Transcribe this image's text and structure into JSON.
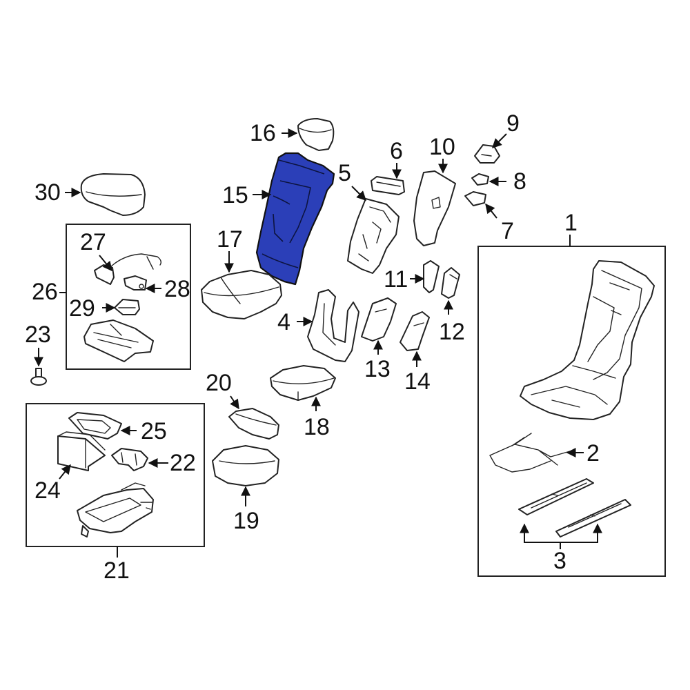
{
  "diagram": {
    "highlight_color": "#2b3fb8",
    "callouts": {
      "c1": "1",
      "c2": "2",
      "c3": "3",
      "c4": "4",
      "c5": "5",
      "c6": "6",
      "c7": "7",
      "c8": "8",
      "c9": "9",
      "c10": "10",
      "c11": "11",
      "c12": "12",
      "c13": "13",
      "c14": "14",
      "c15": "15",
      "c16": "16",
      "c17": "17",
      "c18": "18",
      "c19": "19",
      "c20": "20",
      "c21": "21",
      "c22": "22",
      "c23": "23",
      "c24": "24",
      "c25": "25",
      "c26": "26",
      "c27": "27",
      "c28": "28",
      "c29": "29",
      "c30": "30"
    }
  }
}
